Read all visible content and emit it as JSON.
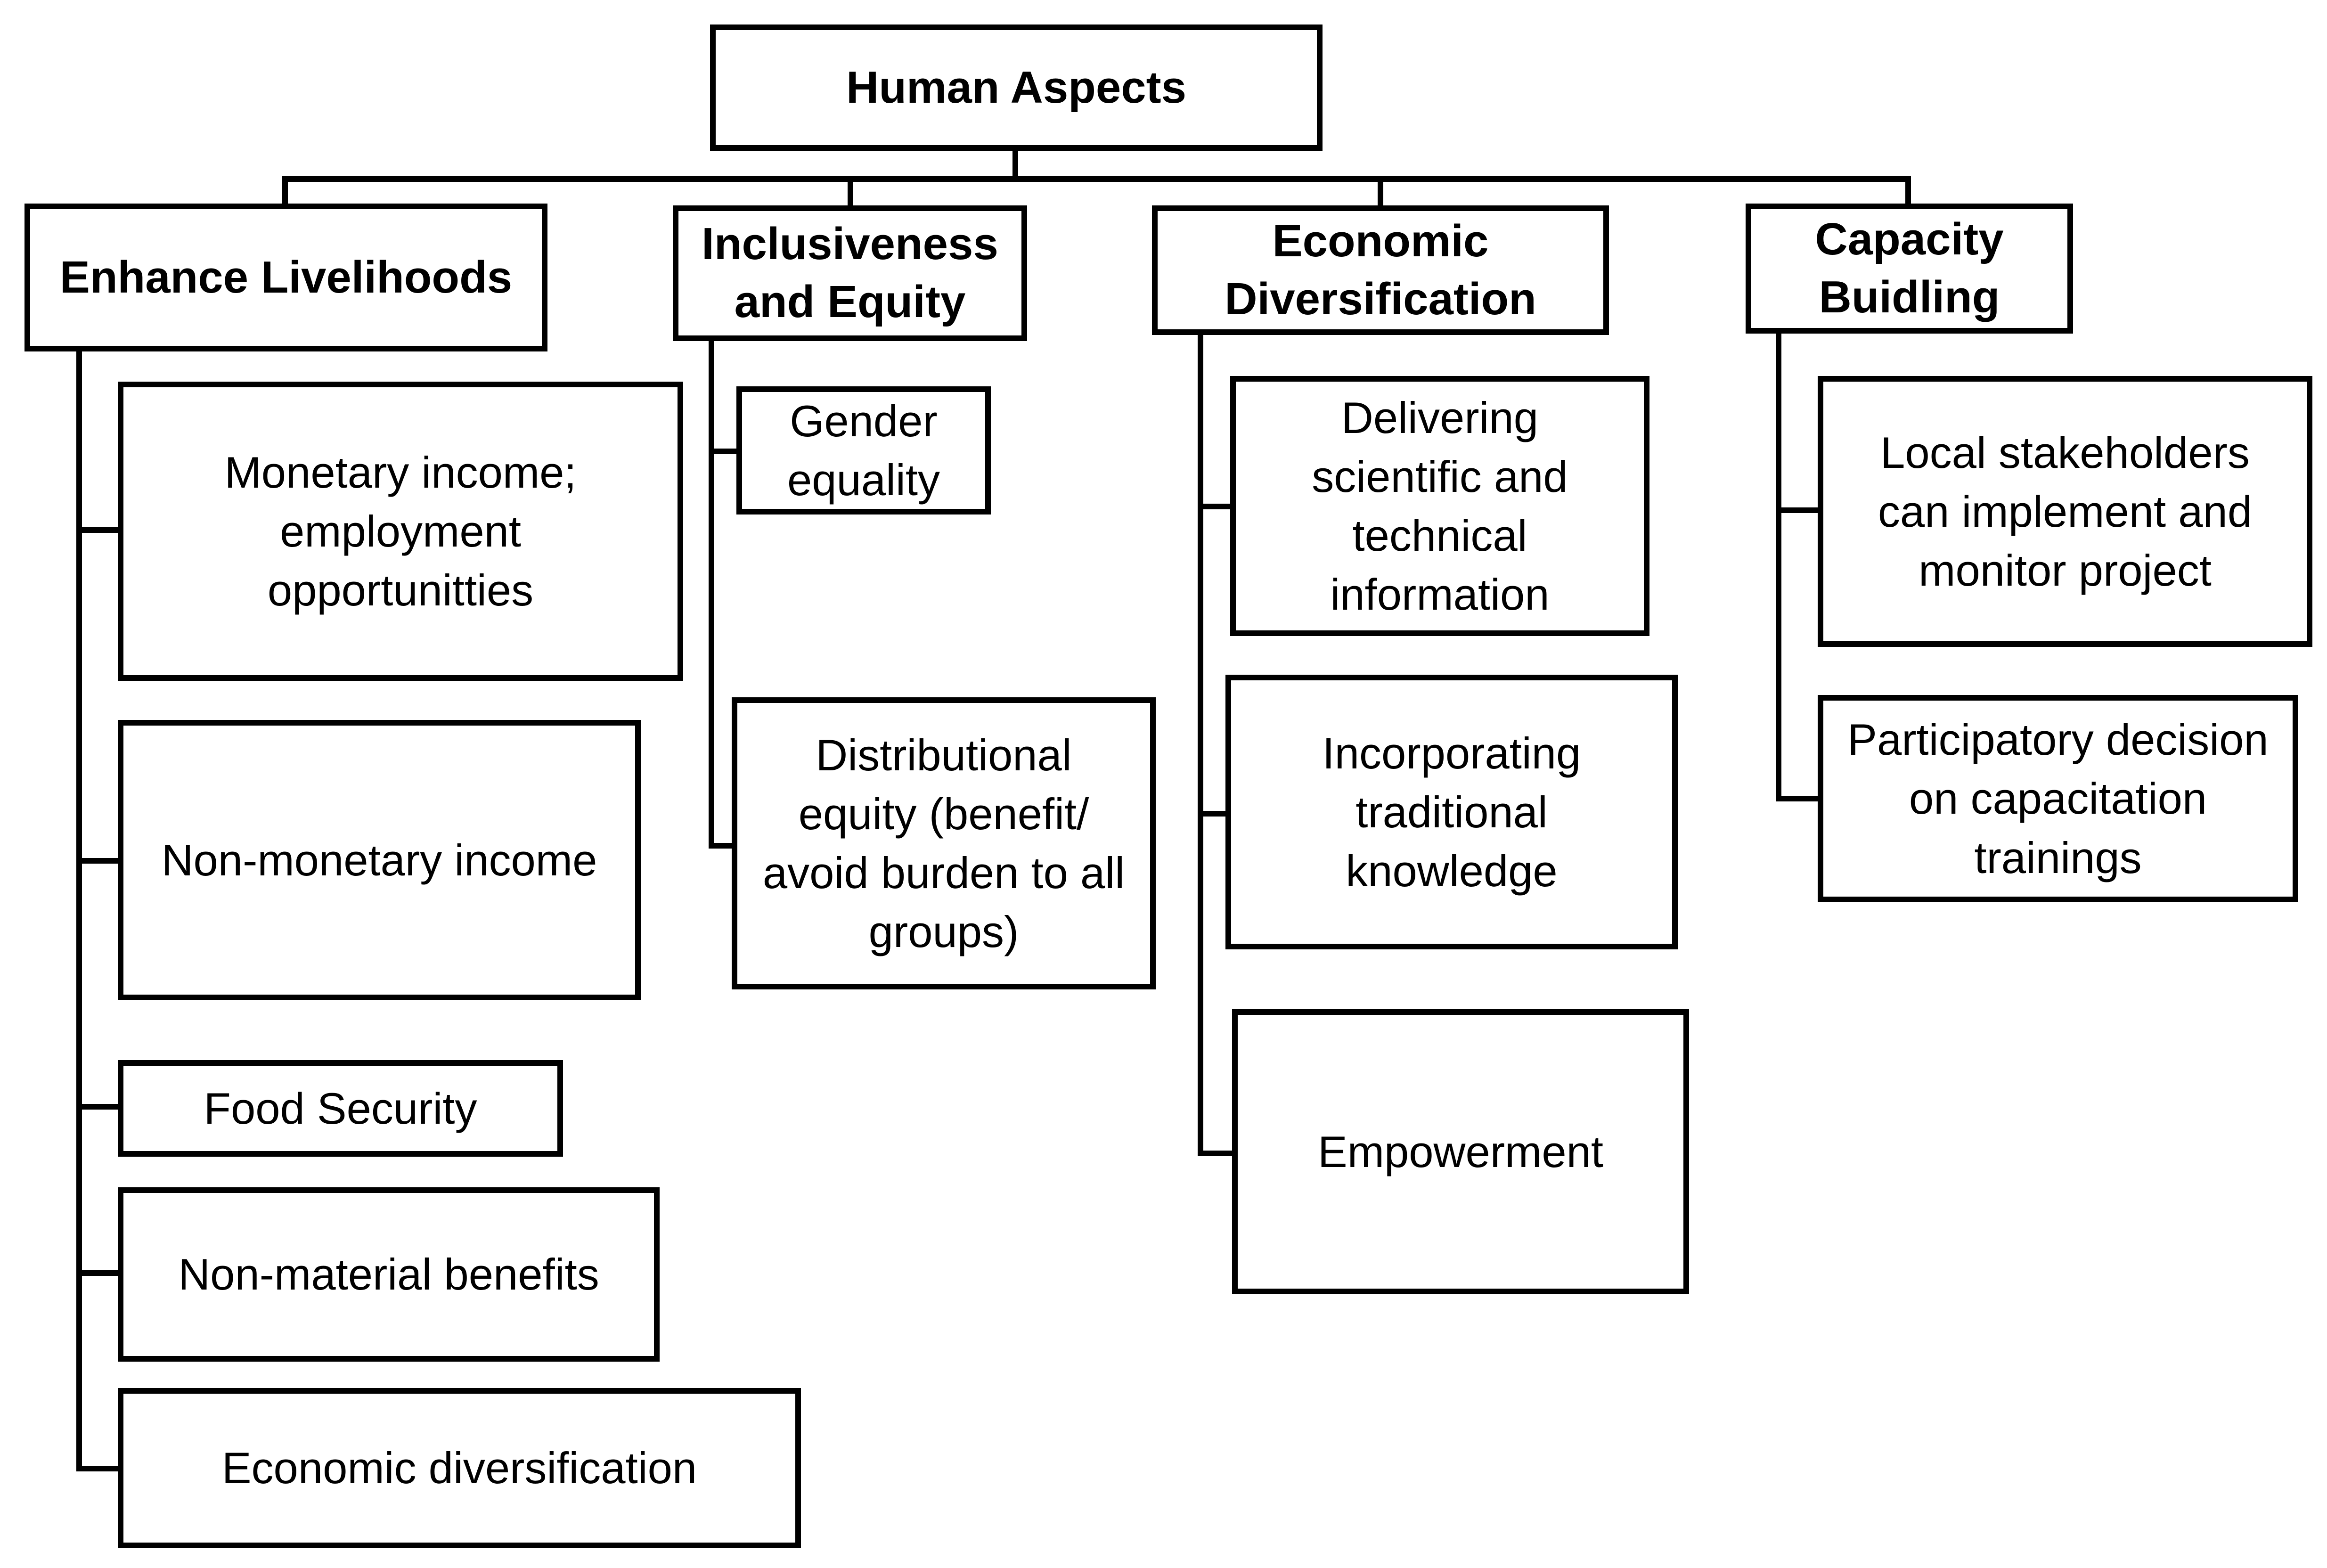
{
  "root": {
    "label": "Human Aspects"
  },
  "branches": [
    {
      "label": "Enhance Livelihoods",
      "items": [
        "Monetary income;\nemployment\nopportunitties",
        "Non-monetary income",
        "Food Security",
        "Non-material benefits",
        "Economic diversification"
      ]
    },
    {
      "label": "Inclusiveness\nand Equity",
      "items": [
        "Gender\nequality",
        "Distributional\nequity (benefit/\navoid burden to all\ngroups)"
      ]
    },
    {
      "label": "Economic\nDiversification",
      "items": [
        "Delivering\nscientific and\ntechnical\ninformation",
        "Incorporating\ntraditional\nknowledge",
        "Empowerment"
      ]
    },
    {
      "label": "Capacity\nBuidling",
      "items": [
        "Local stakeholders\ncan implement and\nmonitor project",
        "Participatory decision\non capacitation\ntrainings"
      ]
    }
  ]
}
